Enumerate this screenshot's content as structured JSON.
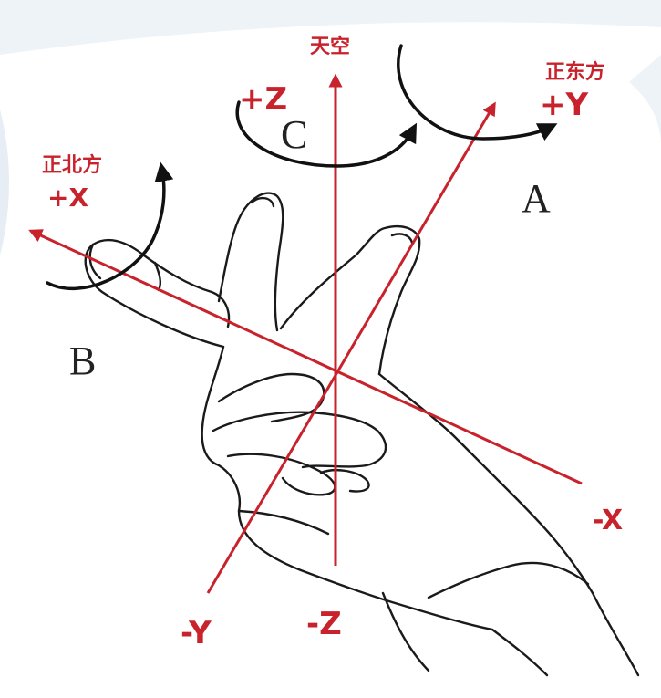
{
  "diagram": {
    "labels": {
      "sky": "天空",
      "plus_z": "+Z",
      "minus_z": "-Z",
      "east": "正东方",
      "plus_y": "+Y",
      "minus_y": "-Y",
      "north": "正北方",
      "plus_x": "+X",
      "minus_x": "-X",
      "rot_a": "A",
      "rot_b": "B",
      "rot_c": "C"
    },
    "colors": {
      "axis": "#c8232c",
      "arrow_black": "#111111",
      "outline": "#1a1a1a",
      "background_decor": "#eef3f8"
    },
    "icons": {
      "hand": "right-hand-rule-illustration",
      "rotation_arrow": "curved-arrow"
    }
  }
}
